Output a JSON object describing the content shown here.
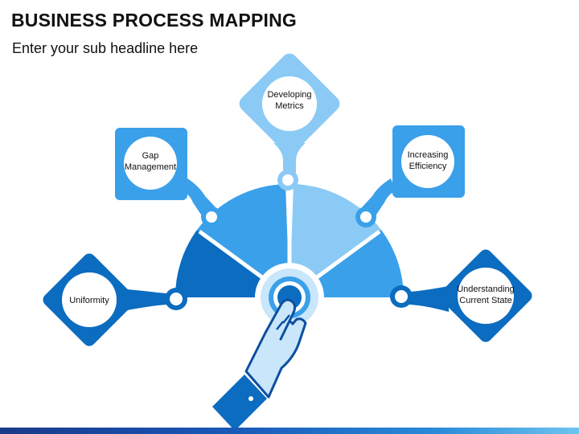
{
  "slide": {
    "title": "BUSINESS PROCESS MAPPING",
    "subtitle": "Enter your sub headline here"
  },
  "nodes": {
    "developing_metrics": {
      "line1": "Developing",
      "line2": "Metrics"
    },
    "gap_management": {
      "line1": "Gap",
      "line2": "Management"
    },
    "increasing_efficiency": {
      "line1": "Increasing",
      "line2": "Efficiency"
    },
    "uniformity": {
      "line1": "Uniformity"
    },
    "understanding_current_state": {
      "line1": "Understanding",
      "line2": "Current State"
    }
  },
  "colors": {
    "dark_blue": "#0b6cc0",
    "medium_blue": "#3aa0ea",
    "light_blue": "#8ccaf6",
    "pale_blue": "#c9e6fb",
    "hand_outline": "#0d4fa0"
  }
}
